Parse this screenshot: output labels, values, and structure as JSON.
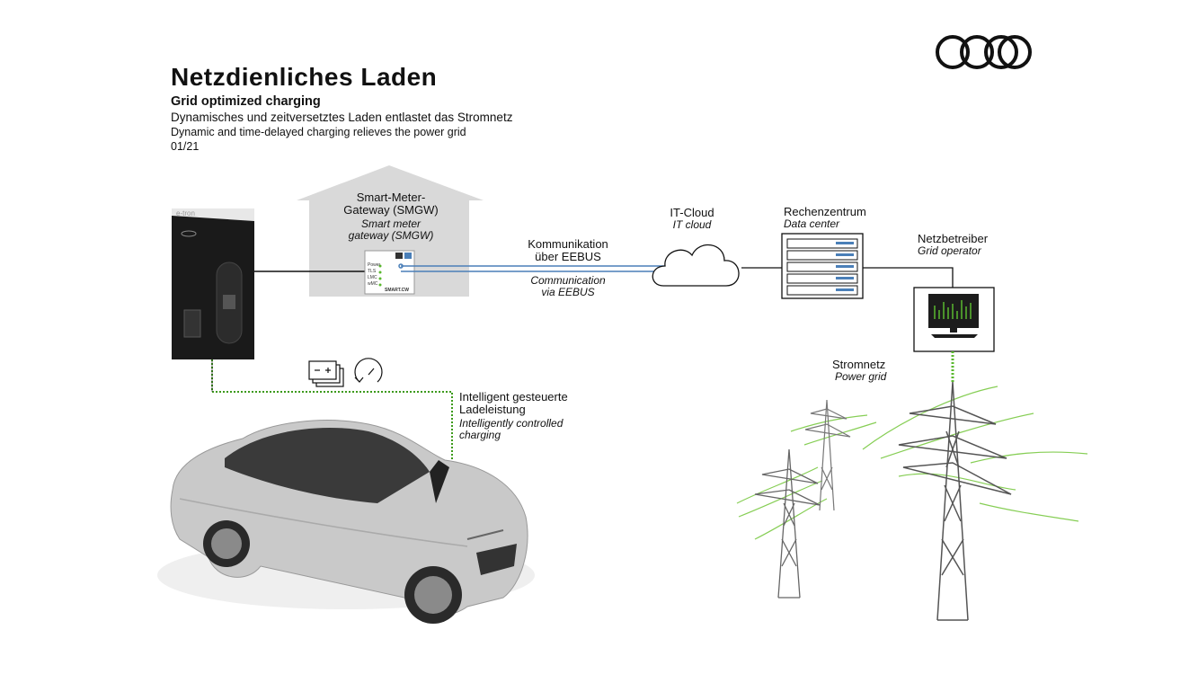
{
  "header": {
    "title": "Netzdienliches Laden",
    "subtitle_en": "Grid optimized charging",
    "subtitle_de": "Dynamisches und zeitversetztes Laden entlastet das Stromnetz",
    "description_en": "Dynamic and time-delayed charging relieves the power grid",
    "date": "01/21",
    "logo": "audi-four-rings-logo"
  },
  "wallbox": {
    "brand_text": "e-tron"
  },
  "smgw": {
    "label_de_1": "Smart-Meter-",
    "label_de_2": "Gateway (SMGW)",
    "label_en_1": "Smart meter",
    "label_en_2": "gateway (SMGW)",
    "device_leds": [
      "Power",
      "TLS",
      "LMC",
      "wMC"
    ],
    "device_name": "SMART.CW"
  },
  "communication": {
    "label_de_1": "Kommunikation",
    "label_de_2": "über EEBUS",
    "label_en_1": "Communication",
    "label_en_2": "via EEBUS"
  },
  "cloud": {
    "label_de": "IT-Cloud",
    "label_en": "IT cloud"
  },
  "datacenter": {
    "label_de": "Rechenzentrum",
    "label_en": "Data center"
  },
  "grid_operator": {
    "label_de": "Netzbetreiber",
    "label_en": "Grid operator"
  },
  "power_grid": {
    "label_de": "Stromnetz",
    "label_en": "Power grid"
  },
  "charging": {
    "label_de_1": "Intelligent gesteuerte",
    "label_de_2": "Ladeleistung",
    "label_en_1": "Intelligently controlled",
    "label_en_2": "charging",
    "icons": [
      "battery-icon",
      "gauge-icon"
    ]
  },
  "colors": {
    "comm_line": "#4a7fb8",
    "power_line": "#5ab82e",
    "house_gray": "#d9d9d9",
    "text": "#111111"
  }
}
